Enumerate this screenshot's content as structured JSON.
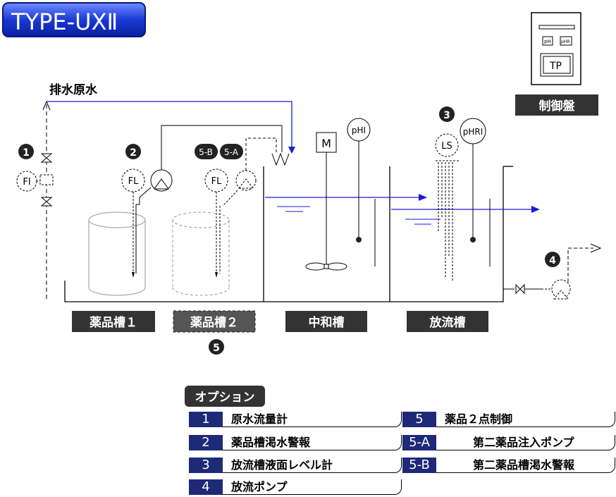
{
  "title": "TYPE-UXⅡ",
  "control_panel": {
    "label": "制御盤",
    "indicator_1": "pH",
    "indicator_2": "pHR",
    "button": "TP"
  },
  "inflow_label": "排水原水",
  "instruments": {
    "fi": "FI",
    "fl_1": "FL",
    "fl_2": "FL",
    "ph": "pHI",
    "phr": "pHRI",
    "ls": "LS",
    "motor": "M"
  },
  "markers": {
    "m1": "1",
    "m2": "2",
    "m3": "3",
    "m4": "4",
    "m5": "5",
    "m5a": "5-A",
    "m5b": "5-B"
  },
  "tanks": {
    "chem1": "薬品槽１",
    "chem2": "薬品槽２",
    "neutral": "中和槽",
    "discharge": "放流槽"
  },
  "options": {
    "header": "オプション",
    "items": [
      {
        "num": "1",
        "text": "原水流量計"
      },
      {
        "num": "2",
        "text": "薬品槽渇水警報"
      },
      {
        "num": "3",
        "text": "放流槽液面レベル計"
      },
      {
        "num": "4",
        "text": "放流ポンプ"
      },
      {
        "num": "5",
        "text": "薬品２点制御"
      },
      {
        "num": "5-A",
        "text": "第二薬品注入ポンプ"
      },
      {
        "num": "5-B",
        "text": "第二薬品槽渇水警報"
      }
    ]
  },
  "colors": {
    "title_bg": "#1a3ad6",
    "water": "#1a1ad6",
    "label_bg": "#333333",
    "legend_num_bg": "#1e2a78"
  }
}
